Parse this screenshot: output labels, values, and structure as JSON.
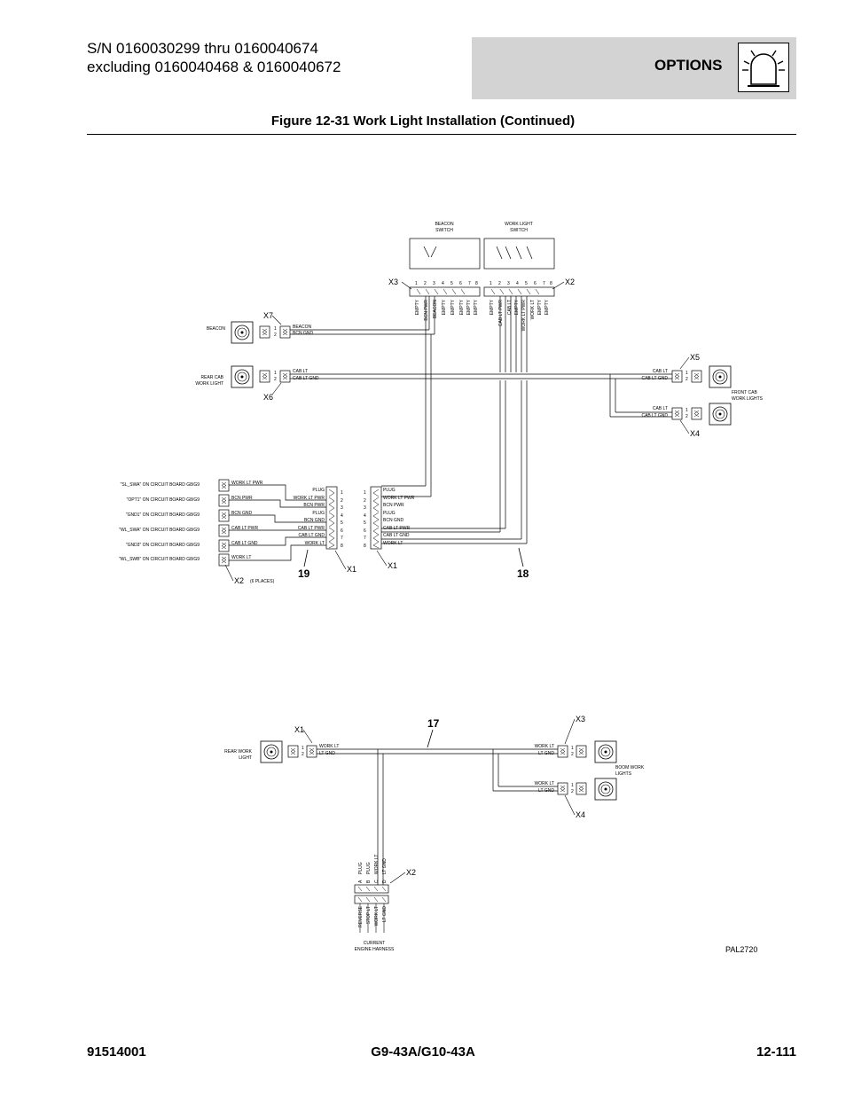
{
  "header": {
    "serial_line1": "S/N 0160030299 thru 0160040674",
    "serial_line2": "excluding 0160040468 & 0160040672",
    "section": "OPTIONS",
    "section_icon": "beacon-light-icon"
  },
  "figure": {
    "title": "Figure 12-31 Work Light Installation (Continued)",
    "ref_code": "PAL2720"
  },
  "upper_diagram": {
    "switches": [
      {
        "label_line1": "BEACON",
        "label_line2": "SWITCH",
        "connector": "X3",
        "pins": [
          "1",
          "2",
          "3",
          "4",
          "5",
          "6",
          "7",
          "8"
        ],
        "wires": [
          "EMPTY",
          "BCN PWR",
          "BEACON",
          "EMPTY",
          "EMPTY",
          "EMPTY",
          "EMPTY",
          "EMPTY"
        ]
      },
      {
        "label_line1": "WORK LIGHT",
        "label_line2": "SWITCH",
        "connector": "X2",
        "pins": [
          "1",
          "2",
          "3",
          "4",
          "5",
          "6",
          "7",
          "8"
        ],
        "wires": [
          "EMPTY",
          "CAB LT PWR",
          "CAB LT",
          "EMPTY",
          "WORK LT PWR",
          "WORK LT",
          "EMPTY",
          "EMPTY"
        ]
      }
    ],
    "beacon": {
      "label": "BEACON",
      "connector": "X7",
      "pins": [
        "1",
        "2"
      ],
      "wires": [
        "BEACON",
        "BCN GND"
      ]
    },
    "rear_cab": {
      "label_line1": "REAR CAB",
      "label_line2": "WORK LIGHT",
      "connector": "X6",
      "pins": [
        "1",
        "2"
      ],
      "wires": [
        "CAB LT",
        "CAB LT GND"
      ]
    },
    "front_cab": {
      "label_line1": "FRONT CAB",
      "label_line2": "WORK LIGHTS",
      "upper": {
        "connector": "X5",
        "pins": [
          "1",
          "2"
        ],
        "wires": [
          "CAB LT",
          "CAB LT GND"
        ]
      },
      "lower": {
        "connector": "X4",
        "pins": [
          "1",
          "2"
        ],
        "wires": [
          "CAB LT",
          "CAB LT GND"
        ]
      }
    },
    "circuit_board": {
      "connector": "X2",
      "places_note": "(6 PLACES)",
      "rows": [
        {
          "label": "\"SL_SWA\" ON CIRCUIT BOARD G8/G9",
          "wire": "WORK LT PWR"
        },
        {
          "label": "\"OPT1\" ON CIRCUIT BOARD G8/G9",
          "wire": "BCN PWR"
        },
        {
          "label": "\"GND1\" ON CIRCUIT BOARD G8/G9",
          "wire": "BCN GND"
        },
        {
          "label": "\"WL_SWA\" ON CIRCUIT BOARD G8/G9",
          "wire": "CAB LT PWR"
        },
        {
          "label": "\"GND3\" ON CIRCUIT BOARD G8/G9",
          "wire": "CAB LT GND"
        },
        {
          "label": "\"WL_SWB\" ON CIRCUIT BOARD G8/G9",
          "wire": "WORK LT"
        }
      ]
    },
    "x1_connector": {
      "connector": "X1",
      "pins": [
        "1",
        "2",
        "3",
        "4",
        "5",
        "6",
        "7",
        "8"
      ],
      "wires": [
        "PLUG",
        "WORK LT PWR",
        "BCN PWR",
        "PLUG",
        "BCN GND",
        "CAB LT PWR",
        "CAB LT GND",
        "WORK LT"
      ]
    },
    "callouts": [
      "19",
      "18"
    ]
  },
  "lower_diagram": {
    "rear_work": {
      "label_line1": "REAR WORK",
      "label_line2": "LIGHT",
      "connector": "X1",
      "pins": [
        "1",
        "2"
      ],
      "wires": [
        "WORK LT",
        "LT GND"
      ]
    },
    "boom_work": {
      "label_line1": "BOOM WORK",
      "label_line2": "LIGHTS",
      "upper": {
        "connector": "X3",
        "pins": [
          "1",
          "2"
        ],
        "wires": [
          "WORK LT",
          "LT GND"
        ]
      },
      "lower": {
        "connector": "X4",
        "pins": [
          "1",
          "2"
        ],
        "wires": [
          "WORK LT",
          "LT GND"
        ]
      }
    },
    "harness_connector": {
      "connector": "X2",
      "pins": [
        "A",
        "B",
        "C",
        "D"
      ],
      "wires_top": [
        "PLUG",
        "PLUG",
        "WORK LT",
        "LT GND"
      ],
      "wires_bottom": [
        "REVERSE",
        "STOP LT",
        "WORK LT",
        "LT GND"
      ]
    },
    "harness_label_line1": "CURRENT",
    "harness_label_line2": "ENGINE HARNESS",
    "callout": "17"
  },
  "footer": {
    "part_number": "91514001",
    "models": "G9-43A/G10-43A",
    "page": "12-111"
  }
}
